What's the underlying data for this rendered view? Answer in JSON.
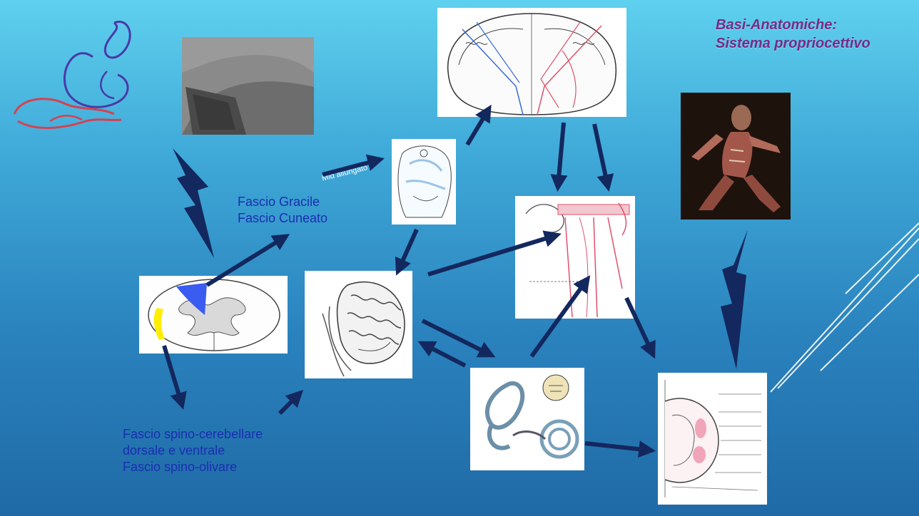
{
  "title": {
    "line1": "Basi-Anatomiche:",
    "line2": "Sistema propriocettivo"
  },
  "labels": {
    "gracile": "Fascio Gracile",
    "cuneato": "Fascio Cuneato",
    "mid_allungato": "Mid allungato",
    "spino_cerebellare_1": "Fascio spino-cerebellare",
    "spino_cerebellare_2": "dorsale e ventrale",
    "spino_olivare": "Fascio spino-olivare"
  },
  "colors": {
    "text_blue": "#1a2fb0",
    "title_purple": "#7a2a86",
    "arrow_navy": "#13285e",
    "dorsal_column_blue": "#3a5cf0",
    "spinocerebellar_yellow": "#ffee00"
  }
}
